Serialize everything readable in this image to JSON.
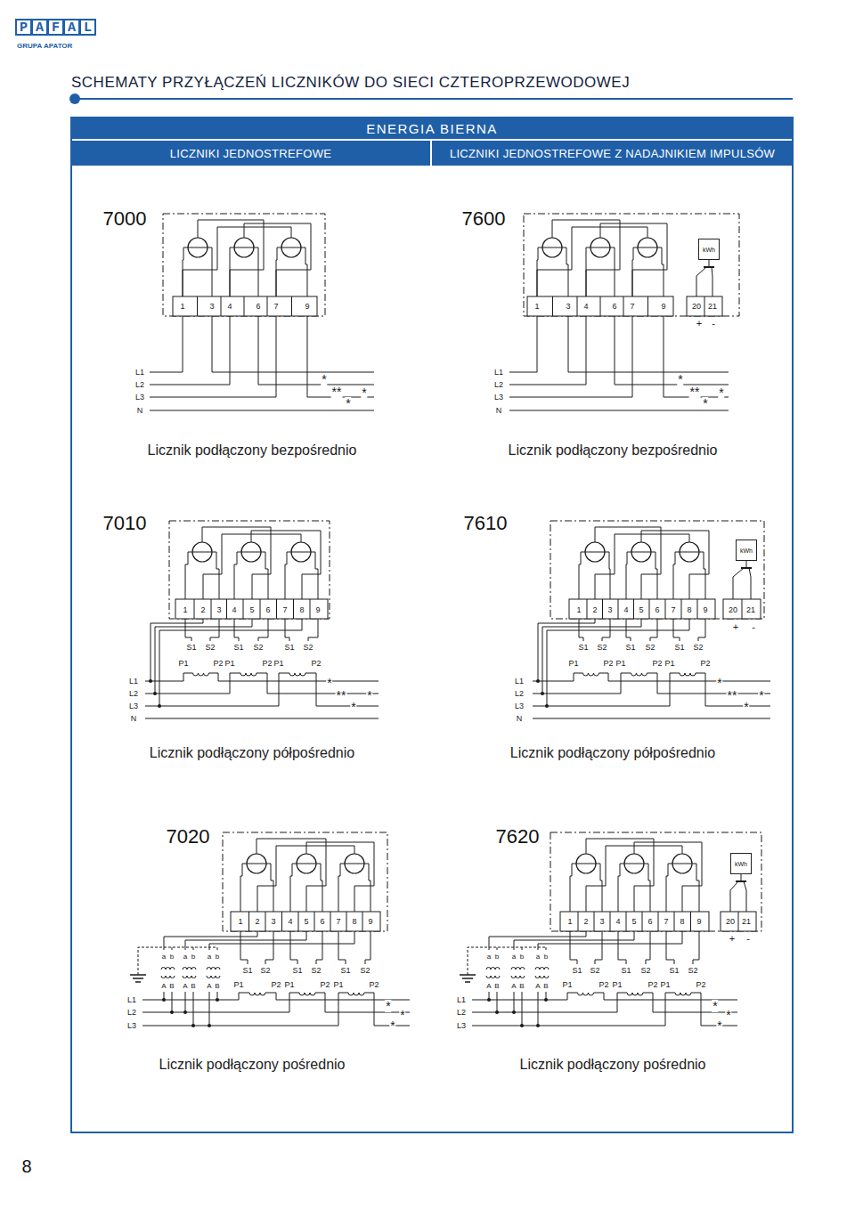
{
  "diagram": {
    "title": "SCHEMATY PRZYŁĄCZEŃ LICZNIKÓW DO SIECI CZTEROPRZEWODOWEJ",
    "nodes": [
      {
        "text": [
          "ENERGIA BIERNA"
        ]
      },
      {
        "text": [
          "LICZNIKI JEDNOSTREFOWE"
        ]
      },
      {
        "text": [
          "LICZNIKI JEDNOSTREFOWE Z NADAJNIKIEM IMPULSÓW"
        ]
      },
      {
        "text": [
          "kWh"
        ]
      },
      {
        "text": [
          "kWh"
        ]
      },
      {
        "text": [
          "kWh"
        ]
      }
    ],
    "labels": [
      "PAFAL",
      "GRUPA APATOR",
      "7000",
      "1",
      "3",
      "4",
      "6",
      "7",
      "9",
      "L1",
      "L2",
      "L3",
      "N",
      "*",
      "**",
      "*",
      "*",
      "Licznik podłączony bezpośrednio",
      "7600",
      "1",
      "3",
      "4",
      "6",
      "7",
      "9",
      "20",
      "21",
      "+",
      "-",
      "L1",
      "L2",
      "L3",
      "N",
      "*",
      "**",
      "*",
      "*",
      "Licznik podłączony bezpośrednio",
      "7010",
      "1",
      "2",
      "3",
      "4",
      "5",
      "6",
      "7",
      "8",
      "9",
      "S1",
      "S2",
      "S1",
      "S2",
      "S1",
      "S2",
      "P1",
      "P2",
      "P1",
      "P2",
      "P1",
      "P2",
      "L1",
      "L2",
      "L3",
      "N",
      "*",
      "**",
      "*",
      "*",
      "Licznik podłączony półpośrednio",
      "7610",
      "1",
      "2",
      "3",
      "4",
      "5",
      "6",
      "7",
      "8",
      "9",
      "20",
      "21",
      "+",
      "-",
      "S1",
      "S2",
      "S1",
      "S2",
      "S1",
      "S2",
      "P1",
      "P2",
      "P1",
      "P2",
      "P1",
      "P2",
      "L1",
      "L2",
      "L3",
      "N",
      "*",
      "**",
      "*",
      "*",
      "Licznik podłączony półpośrednio",
      "7020",
      "1",
      "2",
      "3",
      "4",
      "5",
      "6",
      "7",
      "8",
      "9",
      "a",
      "b",
      "a",
      "b",
      "a",
      "b",
      "A",
      "B",
      "A",
      "B",
      "A",
      "B",
      "S1",
      "S2",
      "S1",
      "S2",
      "S1",
      "S2",
      "P1",
      "P2",
      "P1",
      "P2",
      "P1",
      "P2",
      "L1",
      "L2",
      "L3",
      "*",
      "*",
      "*",
      "Licznik podłączony pośrednio",
      "7620",
      "1",
      "2",
      "3",
      "4",
      "5",
      "6",
      "7",
      "8",
      "9",
      "20",
      "21",
      "+",
      "-",
      "a",
      "b",
      "a",
      "b",
      "a",
      "b",
      "A",
      "B",
      "A",
      "B",
      "A",
      "B",
      "S1",
      "S2",
      "S1",
      "S2",
      "S1",
      "S2",
      "P1",
      "P2",
      "P1",
      "P2",
      "P1",
      "P2",
      "L1",
      "L2",
      "L3",
      "*",
      "*",
      "*",
      "Licznik podłączony pośrednio",
      "8"
    ]
  }
}
